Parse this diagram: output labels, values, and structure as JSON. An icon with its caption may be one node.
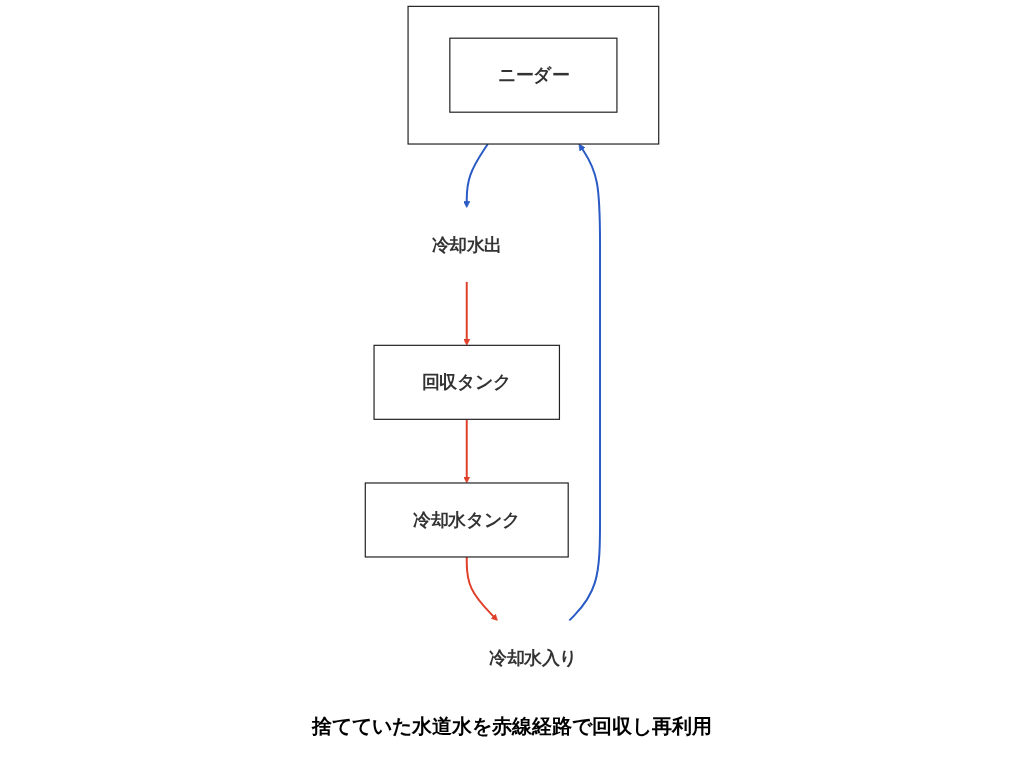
{
  "diagram": {
    "nodes": [
      {
        "text": [],
        "shape": "box"
      },
      {
        "text": [
          "ニーダー"
        ],
        "in": 0
      },
      {
        "text": [
          "冷却水出"
        ]
      },
      {
        "text": [
          "回収タンク"
        ]
      },
      {
        "text": [
          "冷却水タンク"
        ]
      },
      {
        "text": [
          "冷却水入り"
        ]
      }
    ],
    "edges": [
      {
        "from": 0,
        "to": 2,
        "arrow": "to",
        "color": "#2a5bc4"
      },
      {
        "from": 2,
        "to": 3,
        "arrow": "to"
      },
      {
        "from": 3,
        "to": 4,
        "arrow": "to"
      },
      {
        "from": 4,
        "to": 5,
        "arrow": "to"
      },
      {
        "from": 5,
        "to": 0,
        "arrow": "to",
        "color": "#2a5bc4"
      }
    ],
    "labels": [
      "捨てていた水道水を赤線経路で回収し再利用"
    ]
  }
}
